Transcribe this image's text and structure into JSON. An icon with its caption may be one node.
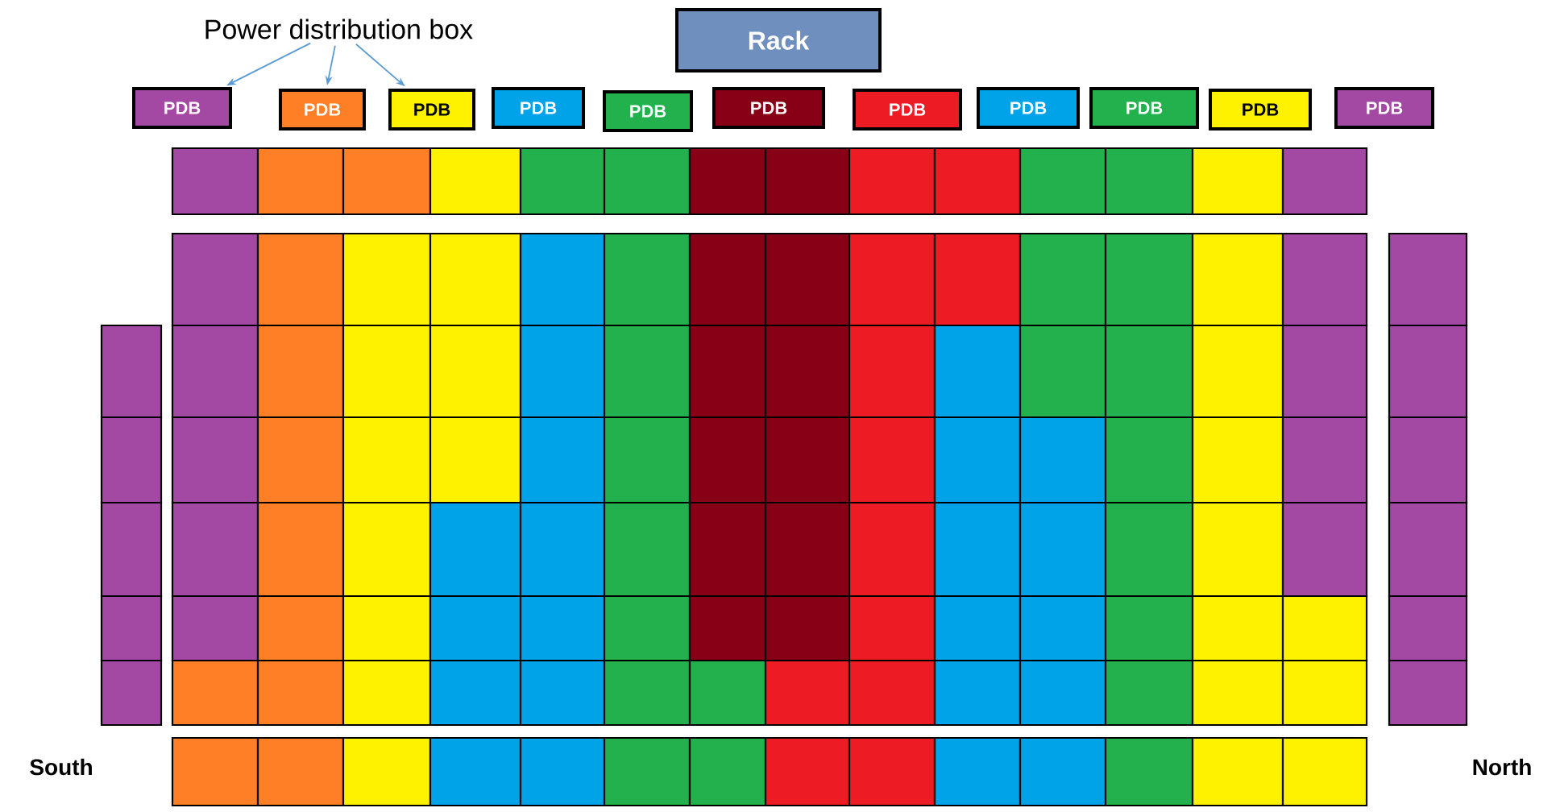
{
  "diagram": {
    "nodes": [
      {
        "text": [
          "Power distribution box"
        ]
      },
      {
        "text": [
          "Rack"
        ]
      },
      {
        "text": [
          "PDB"
        ]
      },
      {
        "text": [
          "PDB"
        ]
      },
      {
        "text": [
          "PDB"
        ]
      },
      {
        "text": [
          "PDB"
        ]
      },
      {
        "text": [
          "PDB"
        ]
      },
      {
        "text": [
          "PDB"
        ]
      },
      {
        "text": [
          "PDB"
        ]
      },
      {
        "text": [
          "PDB"
        ]
      },
      {
        "text": [
          "PDB"
        ]
      },
      {
        "text": [
          "PDB"
        ]
      },
      {
        "text": [
          "PDB"
        ]
      }
    ],
    "edges": [
      {
        "from": 0,
        "to": 2,
        "arrow": "to"
      },
      {
        "from": 0,
        "to": 3,
        "arrow": "to"
      },
      {
        "from": 0,
        "to": 4,
        "arrow": "to"
      }
    ],
    "labels": [
      "South",
      "North"
    ]
  }
}
